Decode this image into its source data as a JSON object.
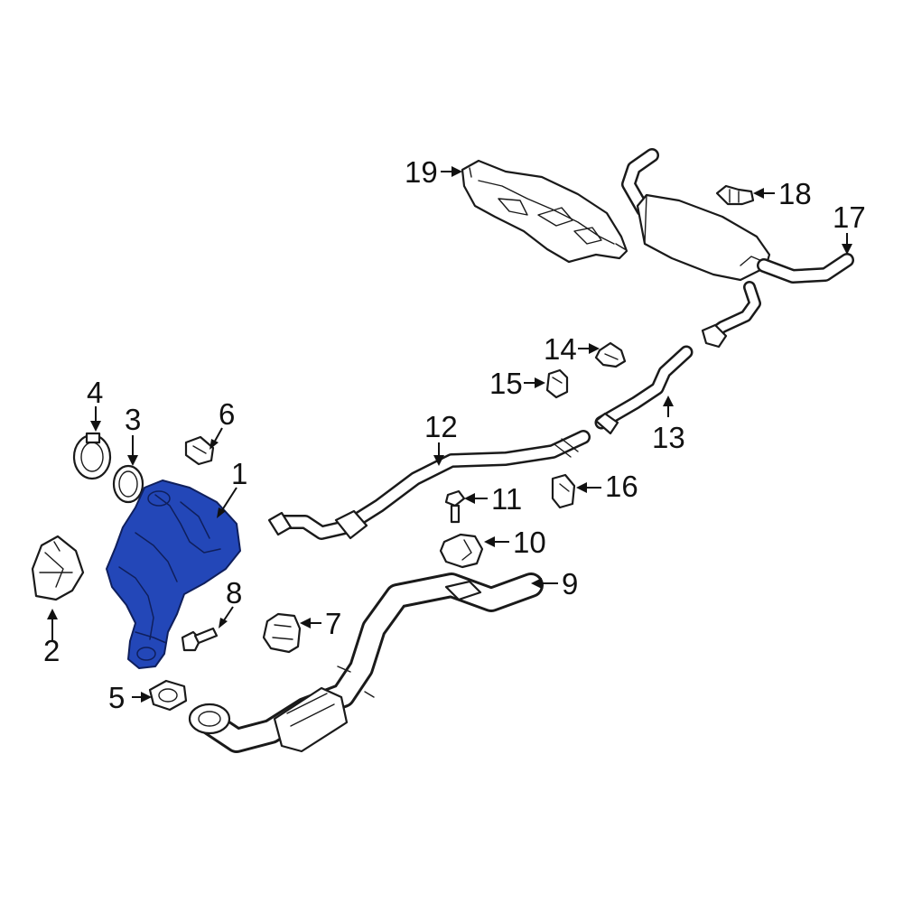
{
  "diagram": {
    "highlight_color": "#2347b8",
    "line_color": "#1a1a1a",
    "callouts": [
      {
        "id": "1",
        "label": "1"
      },
      {
        "id": "2",
        "label": "2"
      },
      {
        "id": "3",
        "label": "3"
      },
      {
        "id": "4",
        "label": "4"
      },
      {
        "id": "5",
        "label": "5"
      },
      {
        "id": "6",
        "label": "6"
      },
      {
        "id": "7",
        "label": "7"
      },
      {
        "id": "8",
        "label": "8"
      },
      {
        "id": "9",
        "label": "9"
      },
      {
        "id": "10",
        "label": "10"
      },
      {
        "id": "11",
        "label": "11"
      },
      {
        "id": "12",
        "label": "12"
      },
      {
        "id": "13",
        "label": "13"
      },
      {
        "id": "14",
        "label": "14"
      },
      {
        "id": "15",
        "label": "15"
      },
      {
        "id": "16",
        "label": "16"
      },
      {
        "id": "17",
        "label": "17"
      },
      {
        "id": "18",
        "label": "18"
      },
      {
        "id": "19",
        "label": "19"
      }
    ]
  }
}
